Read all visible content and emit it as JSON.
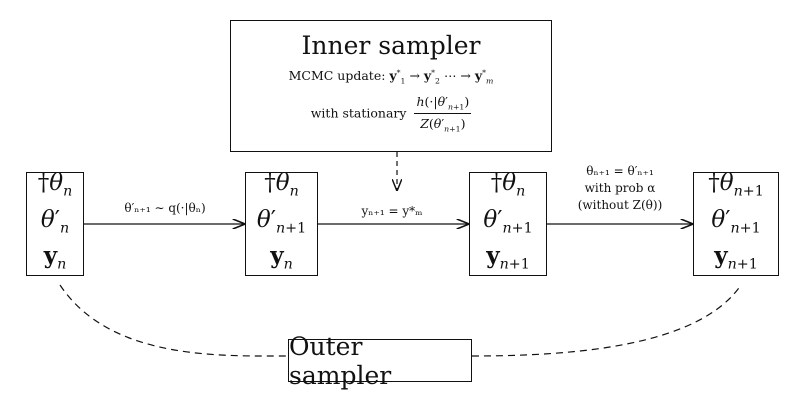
{
  "inner_sampler": {
    "title": "Inner sampler",
    "mcmc_prefix": "MCMC update: ",
    "stationary_prefix": "with stationary"
  },
  "outer_sampler": {
    "title": "Outer sampler"
  },
  "edges": {
    "propose_label": "θ′ₙ₊₁ ∼ q(·|θₙ)",
    "update_y_label": "yₙ₊₁ = y*ₘ",
    "accept_line1": "θₙ₊₁ = θ′ₙ₊₁",
    "accept_line2": "with prob α",
    "accept_line3": "(without Z(θ))"
  },
  "colors": {
    "stroke": "#111111",
    "background": "#ffffff"
  }
}
